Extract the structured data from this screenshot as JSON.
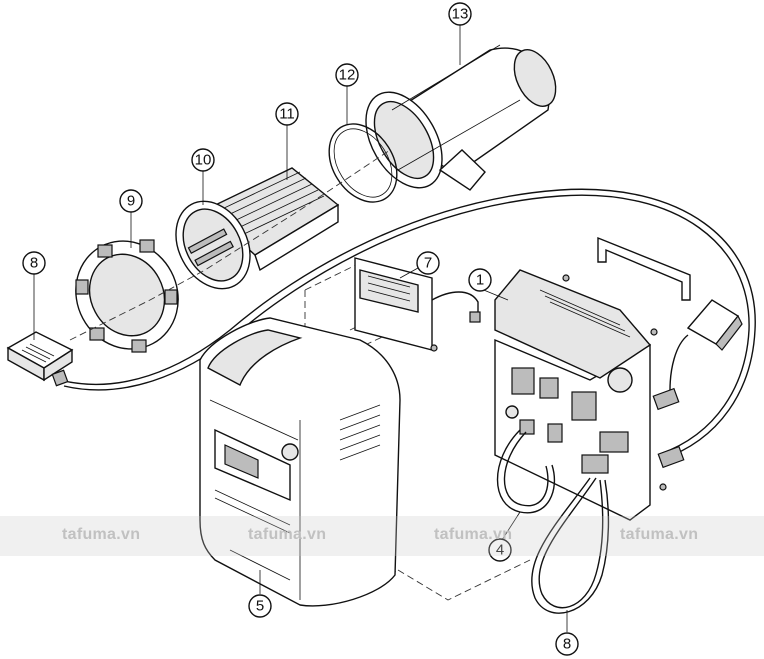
{
  "callouts": [
    {
      "id": "c13",
      "label": "13"
    },
    {
      "id": "c12",
      "label": "12"
    },
    {
      "id": "c11",
      "label": "11"
    },
    {
      "id": "c10",
      "label": "10"
    },
    {
      "id": "c9",
      "label": "9"
    },
    {
      "id": "c8a",
      "label": "8"
    },
    {
      "id": "c7",
      "label": "7"
    },
    {
      "id": "c1",
      "label": "1"
    },
    {
      "id": "c4",
      "label": "4"
    },
    {
      "id": "c5",
      "label": "5"
    },
    {
      "id": "c8b",
      "label": "8"
    }
  ],
  "watermark": {
    "text": "tafuma.vn",
    "color": "#c4c4c4"
  }
}
